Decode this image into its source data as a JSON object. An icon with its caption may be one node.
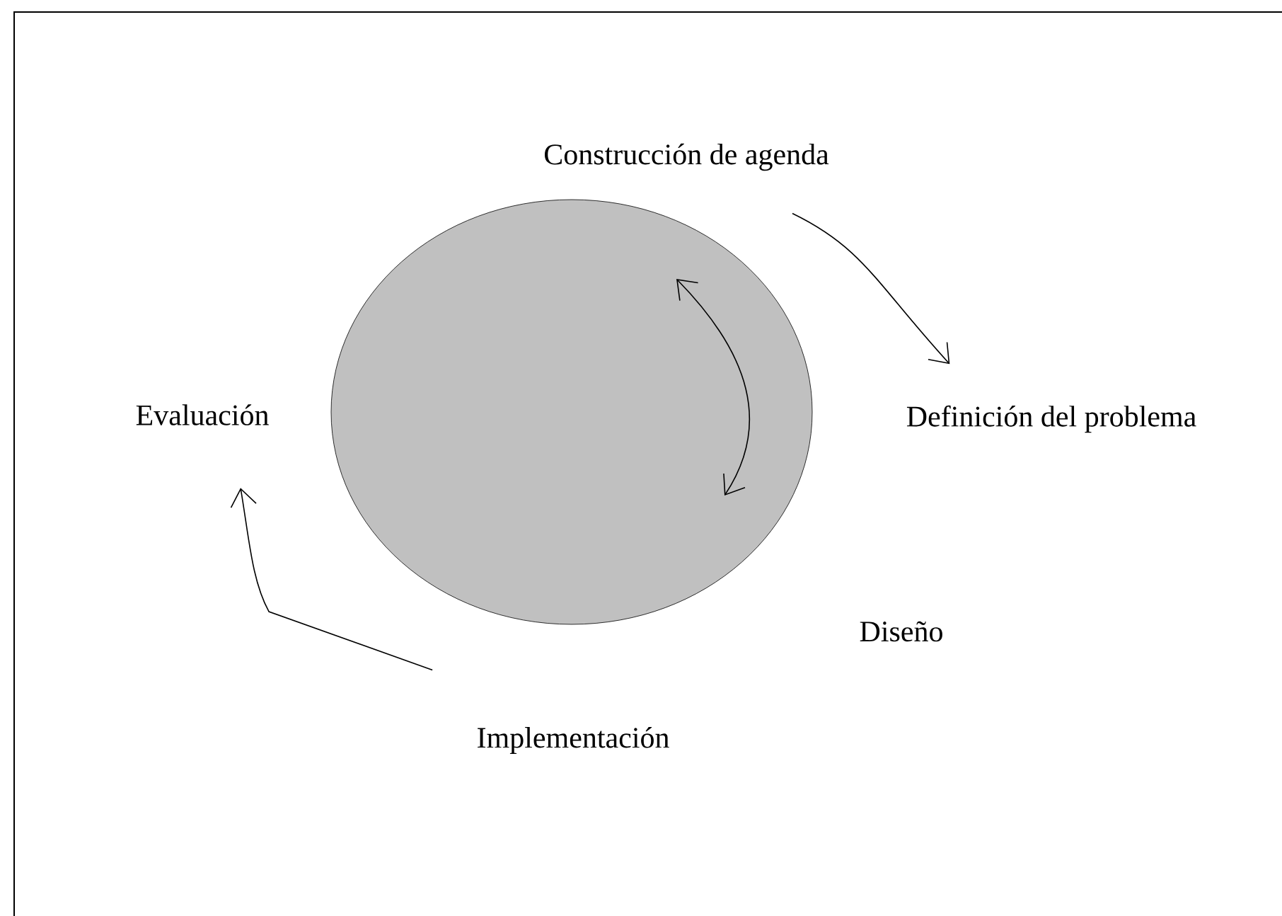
{
  "diagram": {
    "nodes": [
      {
        "text": [
          "Construcción de agenda"
        ]
      },
      {
        "text": [
          "Definición del problema"
        ]
      },
      {
        "text": [
          "Diseño"
        ]
      },
      {
        "text": [
          "Implementación"
        ]
      },
      {
        "text": [
          "Evaluación"
        ]
      },
      {
        "text": [],
        "shape": "circle"
      }
    ],
    "edges": [
      {
        "from": 0,
        "to": 1,
        "arrow": "to"
      },
      {
        "from": 3,
        "to": 4,
        "arrow": "to"
      }
    ]
  }
}
